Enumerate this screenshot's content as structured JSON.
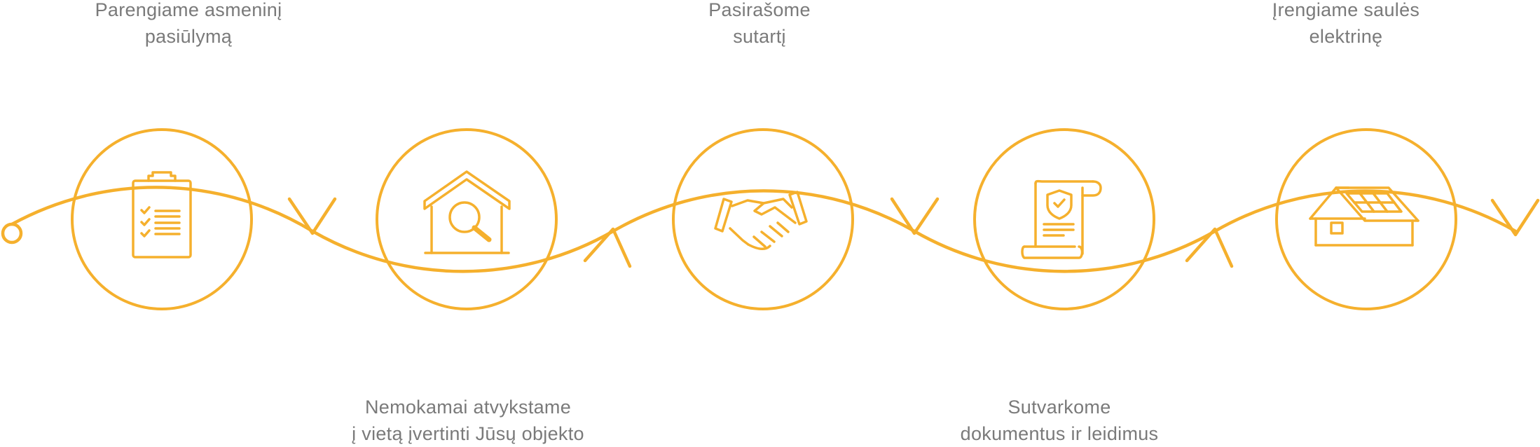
{
  "colors": {
    "accent": "#f5b02d",
    "text": "#7a7a7a",
    "background": "#ffffff"
  },
  "steps": [
    {
      "icon": "clipboard-checklist-icon",
      "label_line1": "Parengiame asmeninį",
      "label_line2": "pasiūlymą"
    },
    {
      "icon": "house-magnifier-icon",
      "label_line1": "Nemokamai atvykstame",
      "label_line2": "į vietą įvertinti Jūsų objekto"
    },
    {
      "icon": "handshake-icon",
      "label_line1": "Pasirašome",
      "label_line2": "sutartį"
    },
    {
      "icon": "document-shield-icon",
      "label_line1": "Sutvarkome",
      "label_line2": "dokumentus ir leidimus"
    },
    {
      "icon": "house-solar-panel-icon",
      "label_line1": "Įrengiame saulės",
      "label_line2": "elektrinę"
    }
  ]
}
